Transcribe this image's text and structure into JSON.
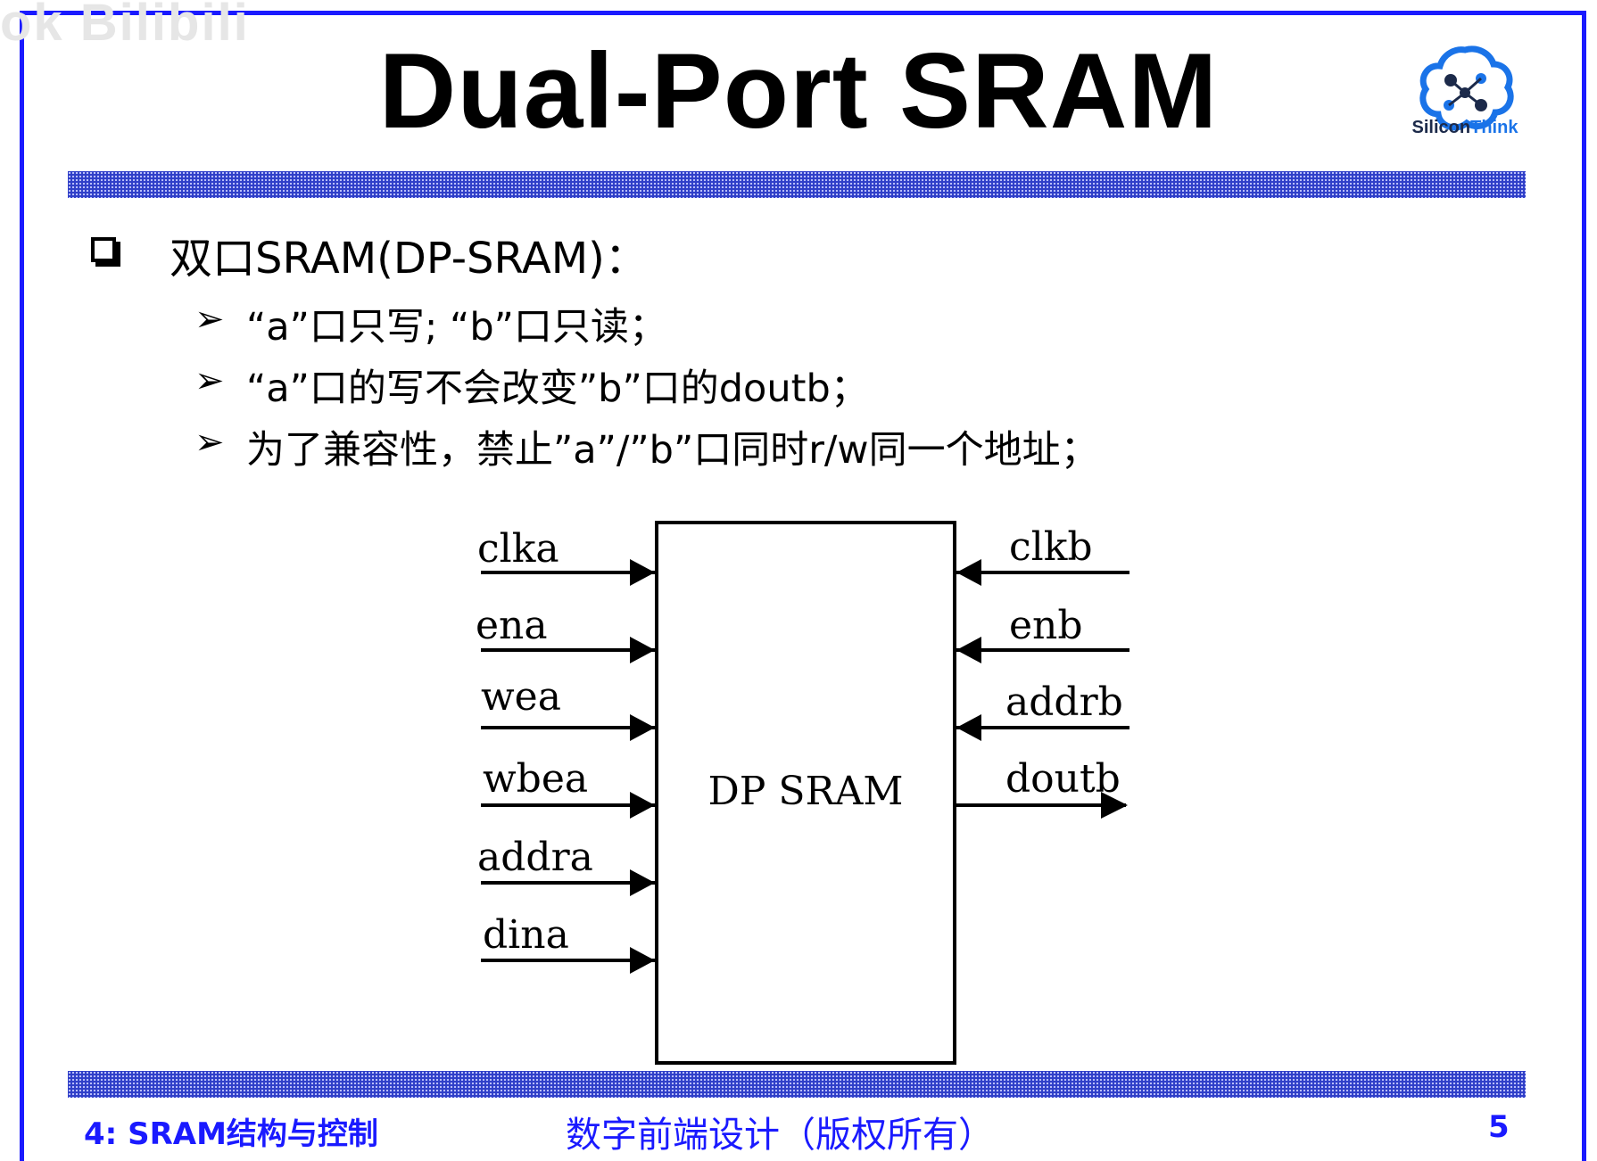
{
  "watermark": "ok Bilibili",
  "slide": {
    "title": "Dual-Port SRAM",
    "logo_text_main": "Silicon",
    "logo_text_accent": "Think"
  },
  "content": {
    "main_bullet": "双口SRAM(DP-SRAM)：",
    "sub_bullets": [
      "“a”口只写; “b”口只读；",
      "“a”口的写不会改变”b”口的doutb；",
      "为了兼容性，禁止”a”/”b”口同时r/w同一个地址；"
    ]
  },
  "diagram": {
    "block_label": "DP  SRAM",
    "left_signals": [
      "clka",
      "ena",
      "wea",
      "wbea",
      "addra",
      "dina"
    ],
    "right_inputs": [
      "clkb",
      "enb",
      "addrb"
    ],
    "right_outputs": [
      "doutb"
    ]
  },
  "footer": {
    "left": "4: SRAM结构与控制",
    "center": "数字前端设计（版权所有）",
    "page": "5"
  },
  "colors": {
    "accent_blue": "#1a1aff",
    "band": "#2f3fc8",
    "logo_blue": "#1a73e8"
  }
}
